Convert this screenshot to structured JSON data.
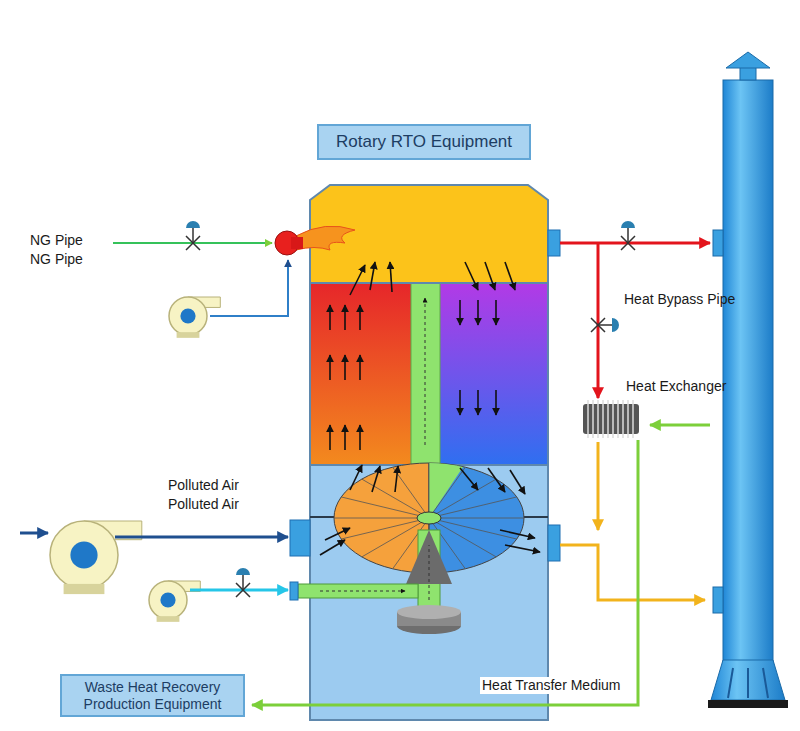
{
  "diagram": {
    "nodes": [
      {
        "text": [
          "Rotary RTO Equipment"
        ]
      },
      {
        "text": [
          "Waste Heat Recovery Production Equipment"
        ]
      }
    ],
    "labels": [
      "NG Pipe",
      "NG Pipe",
      "Heat Bypass Pipe",
      "Heat Exchanger",
      "Polluted Air",
      "Polluted Air",
      "Heat Transfer Medium"
    ]
  }
}
